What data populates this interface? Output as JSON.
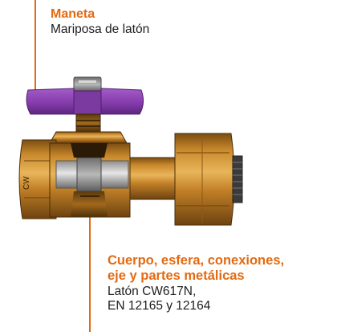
{
  "colors": {
    "accent": "#e36a12",
    "text": "#1d1d1d",
    "handle": "#8a3fb0",
    "brass": "#b5761f"
  },
  "callouts": {
    "handle": {
      "title": "Maneta",
      "desc": "Mariposa de latón"
    },
    "body": {
      "title_line1": "Cuerpo, esfera, conexiones,",
      "title_line2": "eje y partes metálicas",
      "desc_line1": "Latón CW617N,",
      "desc_line2": "EN 12165 y 12164"
    }
  }
}
